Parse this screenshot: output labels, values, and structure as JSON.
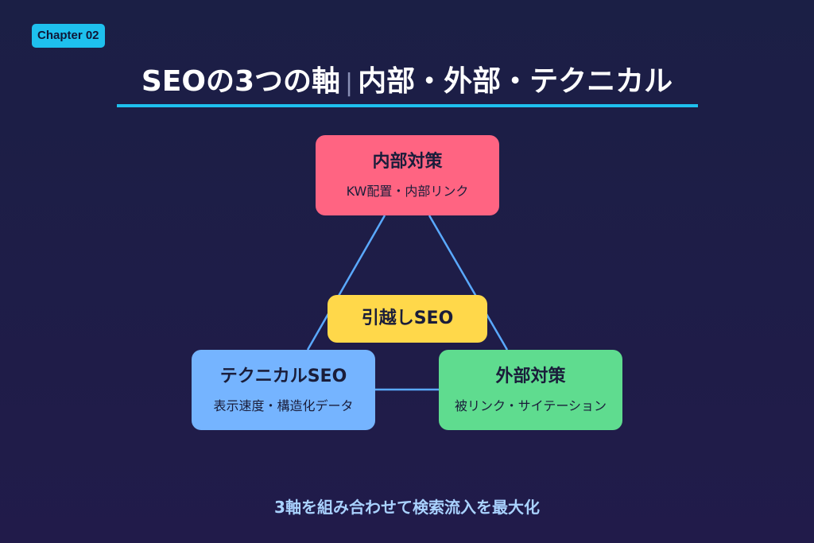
{
  "chapter_label": "Chapter 02",
  "title": {
    "main": "SEOの3つの軸",
    "separator": "|",
    "sub": "内部・外部・テクニカル"
  },
  "nodes": {
    "internal": {
      "heading": "内部対策",
      "sub": "KW配置・内部リンク",
      "color": "#ff6482"
    },
    "technical": {
      "heading": "テクニカルSEO",
      "sub": "表示速度・構造化データ",
      "color": "#75b4ff"
    },
    "external": {
      "heading": "外部対策",
      "sub": "被リンク・サイテーション",
      "color": "#5fdc8f"
    },
    "center": {
      "heading": "引越しSEO",
      "color": "#ffd84a"
    }
  },
  "connector_color": "#5aa9ff",
  "footer": "3軸を組み合わせて検索流入を最大化"
}
